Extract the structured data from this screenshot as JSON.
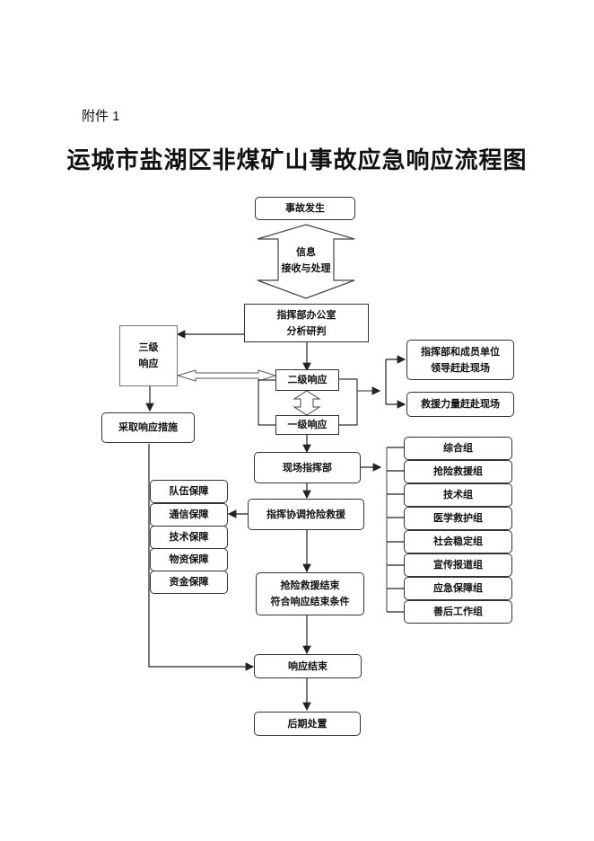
{
  "header": {
    "attachment": "附件 1",
    "title": "运城市盐湖区非煤矿山事故应急响应流程图"
  },
  "nodes": {
    "incident": "事故发生",
    "info_line1": "信息",
    "info_line2": "接收与处理",
    "cmd_office_line1": "指挥部办公室",
    "cmd_office_line2": "分析研判",
    "level3_line1": "三级",
    "level3_line2": "响应",
    "level2": "二级响应",
    "level1": "一级响应",
    "take_measures": "采取响应措施",
    "leaders_line1": "指挥部和成员单位",
    "leaders_line2": "领导赶赴现场",
    "rescue_forces": "救援力量赶赴现场",
    "field_hq": "现场指挥部",
    "coordinate": "指挥协调抢险救援",
    "rescue_end_line1": "抢险救援结束",
    "rescue_end_line2": "符合响应结束条件",
    "response_end": "响应结束",
    "aftermath": "后期处置"
  },
  "groups": [
    "综合组",
    "抢险救援组",
    "技术组",
    "医学救护组",
    "社会稳定组",
    "宣传报道组",
    "应急保障组",
    "善后工作组"
  ],
  "guarantees": [
    "队伍保障",
    "通信保障",
    "技术保障",
    "物资保障",
    "资金保障"
  ]
}
